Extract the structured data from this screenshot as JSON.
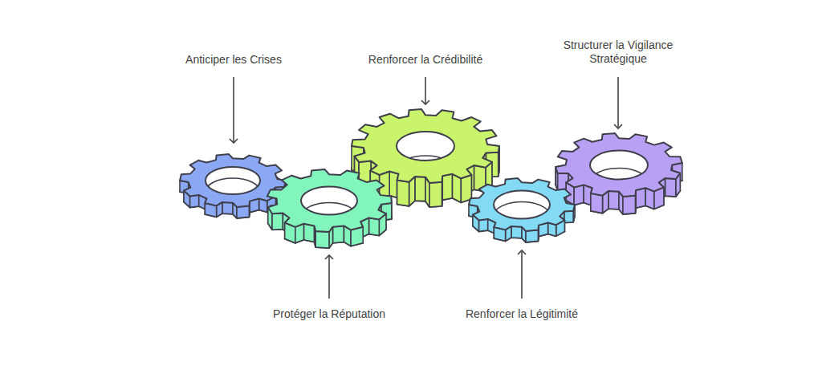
{
  "diagram": {
    "nodes": [
      {
        "text": [
          "Anticiper les Crises"
        ]
      },
      {
        "text": [
          "Protéger la Réputation"
        ]
      },
      {
        "text": [
          "Renforcer la Crédibilité"
        ]
      },
      {
        "text": [
          "Renforcer la Légitimité"
        ]
      },
      {
        "text": [
          "Structurer la Vigilance Stratégique"
        ]
      }
    ]
  }
}
